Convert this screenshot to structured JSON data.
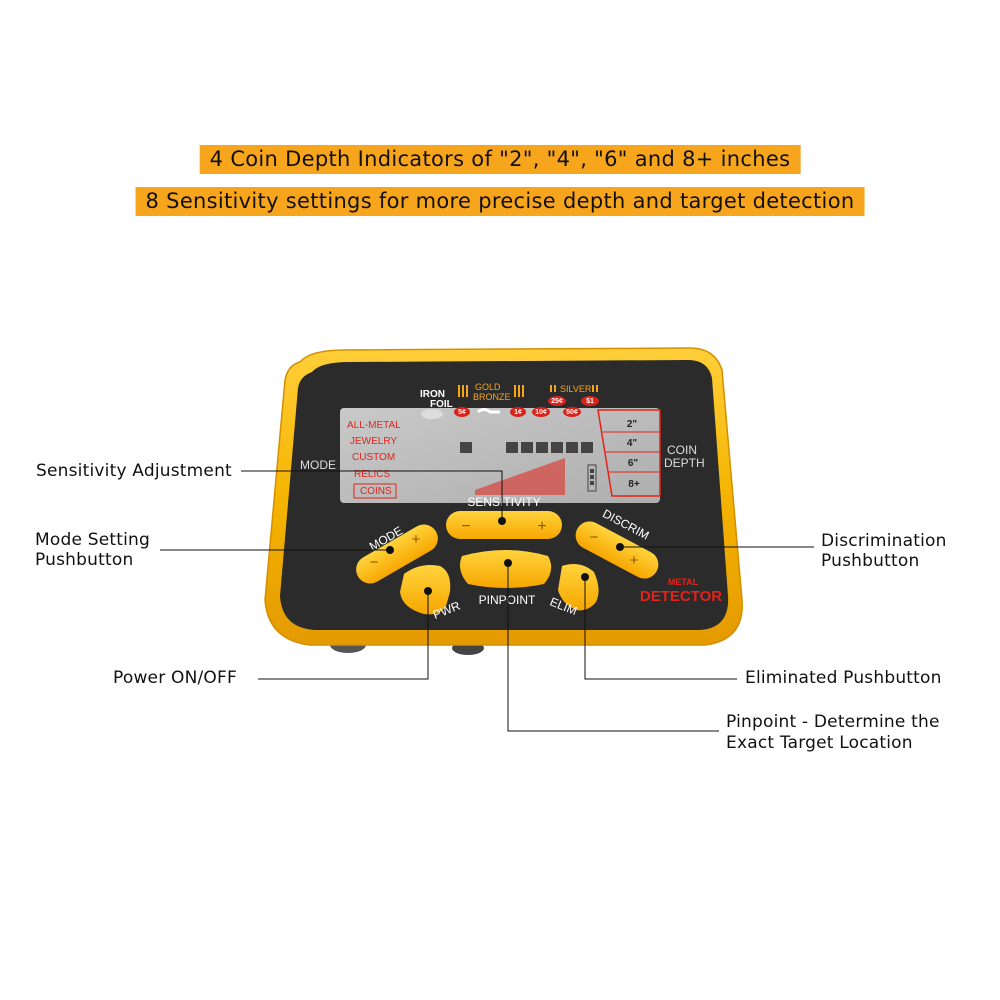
{
  "banners": {
    "line1": "4 Coin Depth Indicators of \"2\", \"4\", \"6\" and 8+ inches",
    "line2": "8 Sensitivity settings for more precise depth and target detection"
  },
  "callouts": {
    "sensitivity": "Sensitivity Adjustment",
    "mode_line1": "Mode Setting",
    "mode_line2": "Pushbutton",
    "discrimination_line1": "Discrimination",
    "discrimination_line2": "Pushbutton",
    "power": "Power ON/OFF",
    "eliminated": "Eliminated Pushbutton",
    "pinpoint_line1": "Pinpoint - Determine the",
    "pinpoint_line2": "Exact Target Location"
  },
  "device": {
    "top_labels": {
      "iron": "IRON",
      "foil": "FOIL",
      "gold": "GOLD",
      "bronze": "BRONZE",
      "silver": "SILVER"
    },
    "coins": [
      "5¢",
      "1¢",
      "10¢",
      "25¢",
      "50¢",
      "$1"
    ],
    "modes": [
      "ALL-METAL",
      "JEWELRY",
      "CUSTOM",
      "RELICS",
      "COINS"
    ],
    "mode_label": "MODE",
    "coin_depth_label_1": "COIN",
    "coin_depth_label_2": "DEPTH",
    "depths": [
      "2\"",
      "4\"",
      "6\"",
      "8+"
    ],
    "buttons": {
      "sensitivity": "SENSITIVITY",
      "mode": "MODE",
      "discrim": "DISCRIM",
      "pwr": "PWR",
      "pinpoint": "PINPOINT",
      "elim": "ELIM",
      "minus": "−",
      "plus": "+"
    },
    "brand_line1": "METAL",
    "brand_line2": "DETECTOR"
  },
  "colors": {
    "accent_orange": "#f7a51c",
    "body_yellow": "#f5b800",
    "panel_dark": "#2b2b2b",
    "lcd_red": "#e2231a"
  }
}
